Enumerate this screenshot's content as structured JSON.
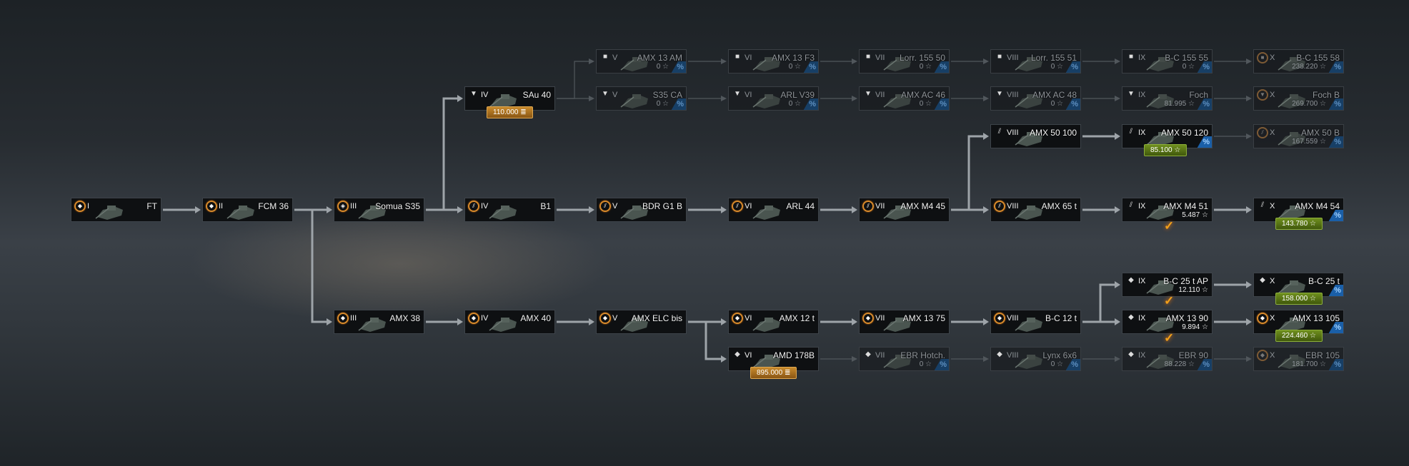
{
  "star_icon": "☆",
  "credit_icon": "credits-icon",
  "discount_label": "%",
  "colors": {
    "elite": "#d98b2b",
    "discount": "#1a5fa8",
    "credits_badge": "#b07a25",
    "xp_badge": "#5a7a18",
    "check": "#f2a01a"
  },
  "nodes": [
    {
      "id": "ft",
      "tier": "I",
      "name": "FT",
      "cls": "light",
      "elite": true,
      "state": "researched"
    },
    {
      "id": "fcm36",
      "tier": "II",
      "name": "FCM 36",
      "cls": "light",
      "elite": true,
      "state": "researched"
    },
    {
      "id": "somua",
      "tier": "III",
      "name": "Somua S35",
      "cls": "medium",
      "elite": true,
      "state": "researched"
    },
    {
      "id": "amx38",
      "tier": "III",
      "name": "AMX 38",
      "cls": "light",
      "elite": true,
      "state": "researched"
    },
    {
      "id": "sau40",
      "tier": "IV",
      "name": "SAu 40",
      "cls": "td",
      "elite": false,
      "state": "researched",
      "price": "110.000",
      "price_type": "credits"
    },
    {
      "id": "b1",
      "tier": "IV",
      "name": "B1",
      "cls": "heavy",
      "elite": true,
      "state": "researched"
    },
    {
      "id": "amx40",
      "tier": "IV",
      "name": "AMX 40",
      "cls": "light",
      "elite": true,
      "state": "researched"
    },
    {
      "id": "amx13am",
      "tier": "V",
      "name": "AMX 13 AM",
      "cls": "spg",
      "state": "locked",
      "xp": "0",
      "discount": true
    },
    {
      "id": "s35ca",
      "tier": "V",
      "name": "S35 CA",
      "cls": "td",
      "state": "locked",
      "xp": "0",
      "discount": true
    },
    {
      "id": "bdr",
      "tier": "V",
      "name": "BDR G1 B",
      "cls": "heavy",
      "elite": true,
      "state": "researched"
    },
    {
      "id": "elc",
      "tier": "V",
      "name": "AMX ELC bis",
      "cls": "light",
      "elite": true,
      "state": "researched"
    },
    {
      "id": "amx13f3",
      "tier": "VI",
      "name": "AMX 13 F3",
      "cls": "spg",
      "state": "locked",
      "xp": "0",
      "discount": true
    },
    {
      "id": "arlv39",
      "tier": "VI",
      "name": "ARL V39",
      "cls": "td",
      "state": "locked",
      "xp": "0",
      "discount": true
    },
    {
      "id": "arl44",
      "tier": "VI",
      "name": "ARL 44",
      "cls": "heavy",
      "elite": true,
      "state": "researched"
    },
    {
      "id": "amx12t",
      "tier": "VI",
      "name": "AMX 12 t",
      "cls": "light",
      "elite": true,
      "state": "researched"
    },
    {
      "id": "amd178b",
      "tier": "VI",
      "name": "AMD 178B",
      "cls": "light",
      "elite": false,
      "state": "researched",
      "price": "895.000",
      "price_type": "credits"
    },
    {
      "id": "lorr50",
      "tier": "VII",
      "name": "Lorr. 155 50",
      "cls": "spg",
      "state": "locked",
      "xp": "0",
      "discount": true
    },
    {
      "id": "ac46",
      "tier": "VII",
      "name": "AMX AC 46",
      "cls": "td",
      "state": "locked",
      "xp": "0",
      "discount": true
    },
    {
      "id": "m445",
      "tier": "VII",
      "name": "AMX M4 45",
      "cls": "heavy",
      "elite": true,
      "state": "researched"
    },
    {
      "id": "amx1375",
      "tier": "VII",
      "name": "AMX 13 75",
      "cls": "light",
      "elite": true,
      "state": "researched"
    },
    {
      "id": "ebrhotch",
      "tier": "VII",
      "name": "EBR Hotch.",
      "cls": "light",
      "state": "locked",
      "xp": "0",
      "discount": true
    },
    {
      "id": "lorr51",
      "tier": "VIII",
      "name": "Lorr. 155 51",
      "cls": "spg",
      "state": "locked",
      "xp": "0",
      "discount": true
    },
    {
      "id": "ac48",
      "tier": "VIII",
      "name": "AMX AC 48",
      "cls": "td",
      "state": "locked",
      "xp": "0",
      "discount": true
    },
    {
      "id": "amx50100",
      "tier": "VIII",
      "name": "AMX 50 100",
      "cls": "heavy",
      "elite": false,
      "state": "researched"
    },
    {
      "id": "amx65t",
      "tier": "VIII",
      "name": "AMX 65 t",
      "cls": "heavy",
      "elite": true,
      "state": "researched"
    },
    {
      "id": "bc12t",
      "tier": "VIII",
      "name": "B-C 12 t",
      "cls": "light",
      "elite": true,
      "state": "researched"
    },
    {
      "id": "lynx",
      "tier": "VIII",
      "name": "Lynx 6x6",
      "cls": "light",
      "state": "locked",
      "xp": "0",
      "discount": true
    },
    {
      "id": "bc15555",
      "tier": "IX",
      "name": "B-C 155 55",
      "cls": "spg",
      "state": "locked",
      "xp": "0",
      "discount": true
    },
    {
      "id": "foch",
      "tier": "IX",
      "name": "Foch",
      "cls": "td",
      "state": "locked",
      "xp": "81.995",
      "discount": true
    },
    {
      "id": "amx50120",
      "tier": "IX",
      "name": "AMX 50 120",
      "cls": "heavy",
      "elite": false,
      "state": "available",
      "discount": true,
      "price": "85.100",
      "price_type": "xp"
    },
    {
      "id": "m451",
      "tier": "IX",
      "name": "AMX M4 51",
      "cls": "heavy",
      "elite": false,
      "state": "researched",
      "xp": "5.487",
      "check": true
    },
    {
      "id": "bc25tap",
      "tier": "IX",
      "name": "B-C 25 t AP",
      "cls": "light",
      "elite": false,
      "state": "researched",
      "xp": "12.110",
      "check": true
    },
    {
      "id": "amx1390",
      "tier": "IX",
      "name": "AMX 13 90",
      "cls": "light",
      "elite": false,
      "state": "researched",
      "xp": "9.894",
      "check": true
    },
    {
      "id": "ebr90",
      "tier": "IX",
      "name": "EBR 90",
      "cls": "light",
      "state": "locked",
      "xp": "88.228",
      "discount": true
    },
    {
      "id": "bc15558",
      "tier": "X",
      "name": "B-C 155 58",
      "cls": "spg",
      "elite": true,
      "state": "locked",
      "xp": "238.220",
      "discount": true
    },
    {
      "id": "fochb",
      "tier": "X",
      "name": "Foch B",
      "cls": "td",
      "elite": true,
      "state": "locked",
      "xp": "269.700",
      "discount": true
    },
    {
      "id": "amx50b",
      "tier": "X",
      "name": "AMX 50 B",
      "cls": "heavy",
      "elite": true,
      "state": "locked",
      "xp": "167.559",
      "discount": true
    },
    {
      "id": "m454",
      "tier": "X",
      "name": "AMX M4 54",
      "cls": "heavy",
      "elite": false,
      "state": "available",
      "discount": true,
      "price": "143.780",
      "price_type": "xp"
    },
    {
      "id": "bc25t",
      "tier": "X",
      "name": "B-C 25 t",
      "cls": "light",
      "elite": false,
      "state": "available",
      "discount": true,
      "price": "158.000",
      "price_type": "xp"
    },
    {
      "id": "amx13105",
      "tier": "X",
      "name": "AMX 13 105",
      "cls": "light",
      "elite": true,
      "state": "available",
      "discount": true,
      "price": "224.460",
      "price_type": "xp"
    },
    {
      "id": "ebr105",
      "tier": "X",
      "name": "EBR 105",
      "cls": "light",
      "elite": true,
      "state": "locked",
      "xp": "181.700",
      "discount": true
    }
  ],
  "edges": [
    [
      "ft",
      "fcm36",
      1
    ],
    [
      "fcm36",
      "somua",
      1
    ],
    [
      "fcm36",
      "amx38",
      1
    ],
    [
      "somua",
      "sau40",
      1
    ],
    [
      "somua",
      "b1",
      1
    ],
    [
      "sau40",
      "amx13am",
      0
    ],
    [
      "sau40",
      "s35ca",
      0
    ],
    [
      "amx13am",
      "amx13f3",
      0
    ],
    [
      "amx13f3",
      "lorr50",
      0
    ],
    [
      "lorr50",
      "lorr51",
      0
    ],
    [
      "lorr51",
      "bc15555",
      0
    ],
    [
      "bc15555",
      "bc15558",
      0
    ],
    [
      "s35ca",
      "arlv39",
      0
    ],
    [
      "arlv39",
      "ac46",
      0
    ],
    [
      "ac46",
      "ac48",
      0
    ],
    [
      "ac48",
      "foch",
      0
    ],
    [
      "foch",
      "fochb",
      0
    ],
    [
      "b1",
      "bdr",
      1
    ],
    [
      "bdr",
      "arl44",
      1
    ],
    [
      "arl44",
      "m445",
      1
    ],
    [
      "m445",
      "amx50100",
      1
    ],
    [
      "m445",
      "amx65t",
      1
    ],
    [
      "amx50100",
      "amx50120",
      1
    ],
    [
      "amx50120",
      "amx50b",
      0
    ],
    [
      "amx65t",
      "m451",
      1
    ],
    [
      "m451",
      "m454",
      1
    ],
    [
      "amx38",
      "amx40",
      1
    ],
    [
      "amx40",
      "elc",
      1
    ],
    [
      "elc",
      "amx12t",
      1
    ],
    [
      "elc",
      "amd178b",
      1
    ],
    [
      "amx12t",
      "amx1375",
      1
    ],
    [
      "amx1375",
      "bc12t",
      1
    ],
    [
      "bc12t",
      "bc25tap",
      1
    ],
    [
      "bc12t",
      "amx1390",
      1
    ],
    [
      "bc25tap",
      "bc25t",
      1
    ],
    [
      "amx1390",
      "amx13105",
      1
    ],
    [
      "amd178b",
      "ebrhotch",
      0
    ],
    [
      "ebrhotch",
      "lynx",
      0
    ],
    [
      "lynx",
      "ebr90",
      0
    ],
    [
      "ebr90",
      "ebr105",
      0
    ]
  ]
}
